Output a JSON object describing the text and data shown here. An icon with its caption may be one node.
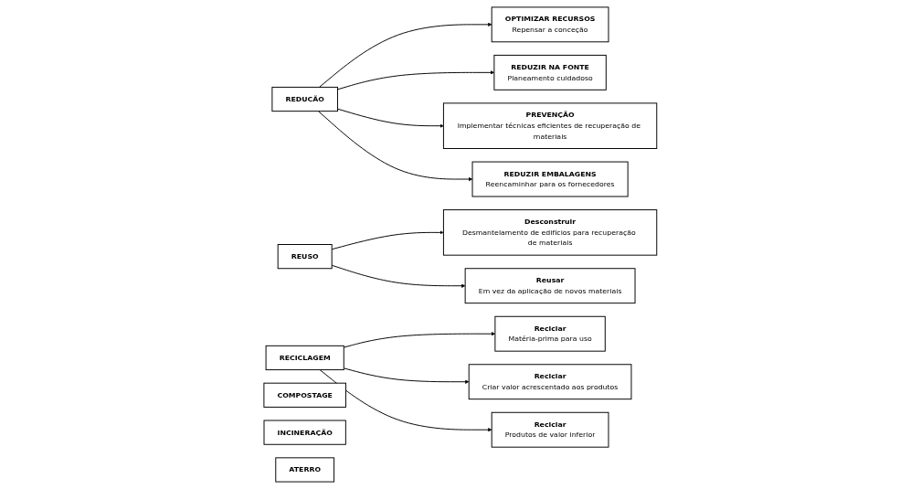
{
  "diagram": {
    "nodes": [
      {
        "text": [
          "REDUCÃO"
        ]
      },
      {
        "text": [
          "REUSO"
        ]
      },
      {
        "text": [
          "RECICLAGEM"
        ]
      },
      {
        "text": [
          "COMPOSTAGE"
        ]
      },
      {
        "text": [
          "INCINERAÇÃO"
        ]
      },
      {
        "text": [
          "ATERRO"
        ]
      },
      {
        "text": [
          "Desconstruir",
          "Desmantelamento de edifícios para recuperação de materiais"
        ]
      },
      {
        "text": [
          "Reusar",
          "Em vez da aplicação de novos materiais"
        ]
      },
      {
        "text": [
          "Reciclar",
          "Matéria-prima para uso"
        ]
      },
      {
        "text": [
          "Reciclar",
          "Criar valor acrescentado aos produtos"
        ]
      },
      {
        "text": [
          "Reciclar",
          "Produtos de valor inferior"
        ]
      },
      {
        "text": [
          "OPTIMIZAR RECURSOS",
          "Repensar a conceção"
        ]
      },
      {
        "text": [
          "REDUZIR NA FONTE",
          "Planeamento cuidadoso"
        ]
      },
      {
        "text": [
          "PREVENÇÃO",
          "Implementar técnicas eficientes de recuperação de materiais"
        ]
      },
      {
        "text": [
          "REDUZIR EMBALAGENS",
          "Reencaminhar para os fornecedores"
        ]
      }
    ],
    "edges": [
      {
        "from": 0,
        "to": 11,
        "arrow": "to"
      },
      {
        "from": 0,
        "to": 12,
        "arrow": "to"
      },
      {
        "from": 0,
        "to": 13,
        "arrow": "to"
      },
      {
        "from": 0,
        "to": 14,
        "arrow": "to"
      },
      {
        "from": 1,
        "to": 6,
        "arrow": "to"
      },
      {
        "from": 1,
        "to": 7,
        "arrow": "to"
      },
      {
        "from": 2,
        "to": 8,
        "arrow": "to"
      },
      {
        "from": 2,
        "to": 9,
        "arrow": "to"
      },
      {
        "from": 2,
        "to": 10,
        "arrow": "to"
      }
    ]
  }
}
